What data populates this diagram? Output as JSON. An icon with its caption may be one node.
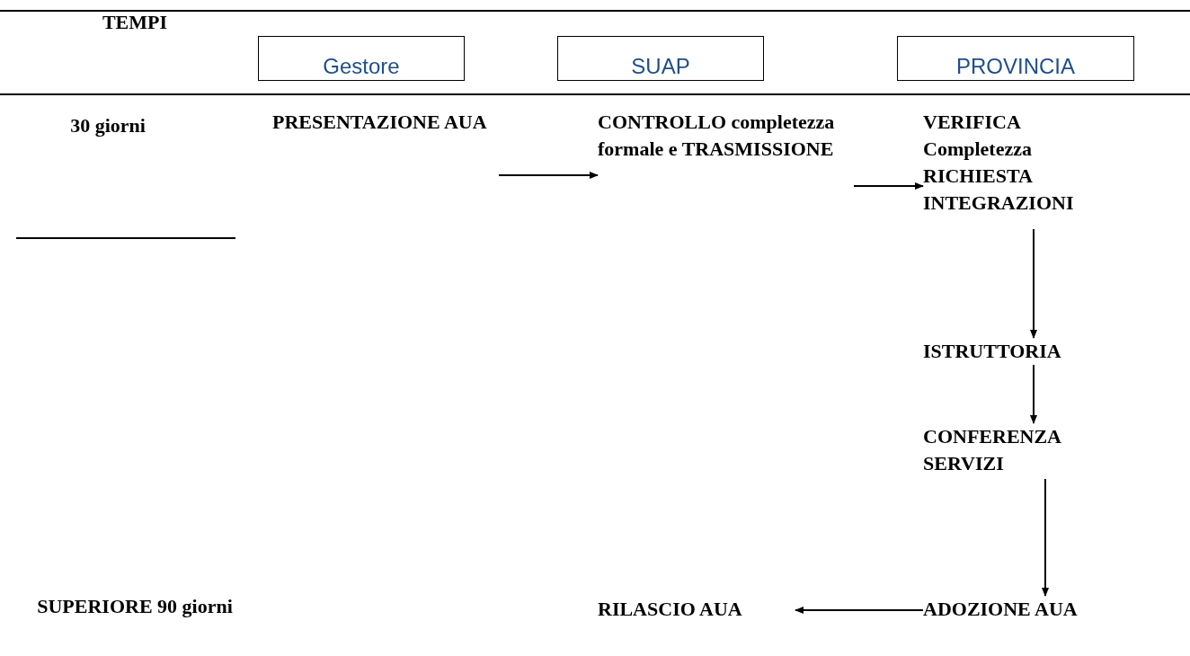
{
  "diagram": {
    "nodes": [
      {
        "text": [
          "Gestore"
        ]
      },
      {
        "text": [
          "SUAP"
        ]
      },
      {
        "text": [
          "PROVINCIA"
        ]
      },
      {
        "text": [
          "PRESENTAZIONE AUA"
        ]
      },
      {
        "text": [
          "CONTROLLO completezza formale e TRASMISSIONE"
        ]
      },
      {
        "text": [
          "VERIFICA Completezza RICHIESTA INTEGRAZIONI"
        ]
      },
      {
        "text": [
          "ISTRUTTORIA"
        ]
      },
      {
        "text": [
          "CONFERENZA SERVIZI"
        ]
      },
      {
        "text": [
          "ADOZIONE AUA"
        ]
      },
      {
        "text": [
          "RILASCIO AUA"
        ]
      }
    ],
    "edges": [
      {
        "from": 3,
        "to": 4,
        "arrow": "to"
      },
      {
        "from": 4,
        "to": 5,
        "arrow": "to"
      },
      {
        "from": 5,
        "to": 6,
        "arrow": "to"
      },
      {
        "from": 6,
        "to": 7,
        "arrow": "to"
      },
      {
        "from": 7,
        "to": 8,
        "arrow": "to"
      },
      {
        "from": 8,
        "to": 9,
        "arrow": "to"
      }
    ],
    "labels": [
      "TEMPI",
      "30 giorni",
      "SUPERIORE 90 giorni"
    ]
  }
}
